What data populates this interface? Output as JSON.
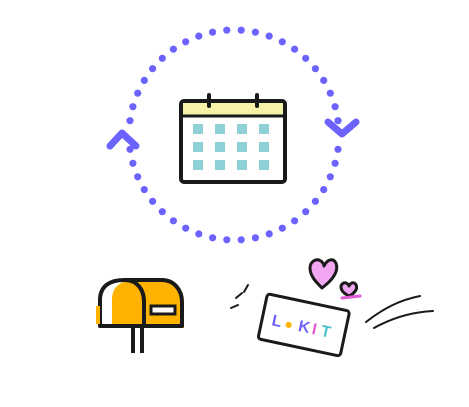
{
  "card": {
    "letters": [
      "L",
      "●",
      "K",
      "I",
      "T"
    ],
    "letter_colors": [
      "#6C63FF",
      "#FFB300",
      "#6C63FF",
      "#E05AD6",
      "#4FC3C9"
    ]
  },
  "colors": {
    "cycle_dots": "#6C63FF",
    "calendar_header": "#F6F3A8",
    "calendar_cells": "#8FD1D6",
    "mailbox_body": "#FFB300",
    "heart_fill": "#F2A5F0",
    "outline": "#1A1A1A"
  },
  "icons": {
    "cycle": "circular-refresh-arrows-icon",
    "calendar": "calendar-icon",
    "mailbox": "mailbox-icon",
    "card": "gift-card-icon",
    "hearts": "hearts-icon"
  }
}
